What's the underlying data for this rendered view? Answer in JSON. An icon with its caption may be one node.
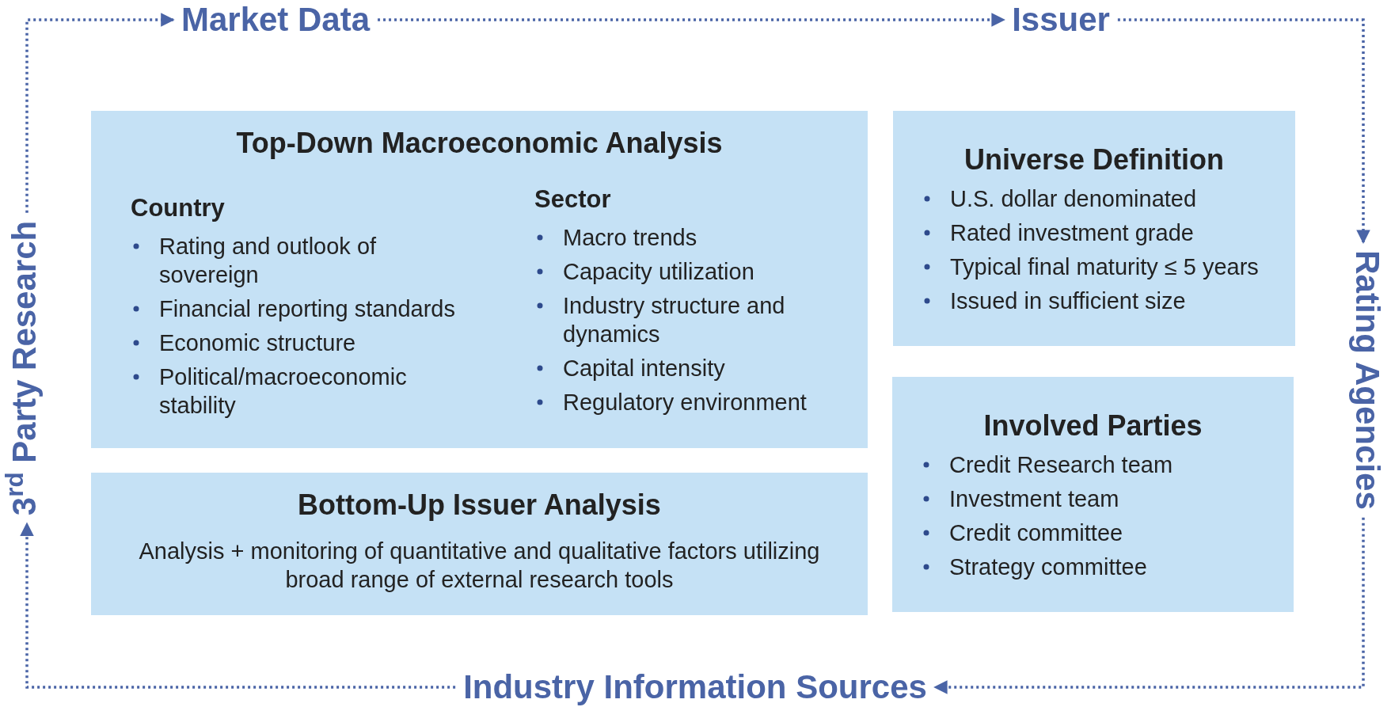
{
  "diagram": {
    "nodes": [
      {
        "text": [
          "Top-Down Macroeconomic Analysis"
        ]
      },
      {
        "text": [
          "Country",
          "Rating and outlook of sovereign",
          "Financial reporting standards",
          "Economic structure",
          "Political/macroeconomic stability"
        ],
        "in": 0
      },
      {
        "text": [
          "Sector",
          "Macro trends",
          "Capacity utilization",
          "Industry structure and dynamics",
          "Capital intensity",
          "Regulatory environment"
        ],
        "in": 0
      },
      {
        "text": [
          "Bottom-Up Issuer Analysis",
          "Analysis + monitoring of quantitative and qualitative factors utilizing broad range of external research tools"
        ]
      },
      {
        "text": [
          "Universe Definition",
          "U.S. dollar denominated",
          "Rated investment grade",
          "Typical final maturity ≤ 5 years",
          "Issued in sufficient size"
        ]
      },
      {
        "text": [
          "Involved Parties",
          "Credit Research team",
          "Investment team",
          "Credit committee",
          "Strategy committee"
        ]
      },
      {
        "text": [
          "Market Data"
        ]
      },
      {
        "text": [
          "Issuer"
        ]
      },
      {
        "text": [
          "Rating Agencies"
        ]
      },
      {
        "text": [
          "Industry Information Sources"
        ]
      },
      {
        "text": [
          "3$^{rd}$ Party Research"
        ]
      }
    ],
    "edges": [
      {
        "from": 10,
        "to": 6,
        "arrow": "to"
      },
      {
        "from": 6,
        "to": 7,
        "arrow": "to"
      },
      {
        "from": 7,
        "to": 8,
        "arrow": "to"
      },
      {
        "from": 8,
        "to": 9,
        "arrow": "to"
      },
      {
        "from": 9,
        "to": 10,
        "arrow": "to"
      }
    ]
  }
}
